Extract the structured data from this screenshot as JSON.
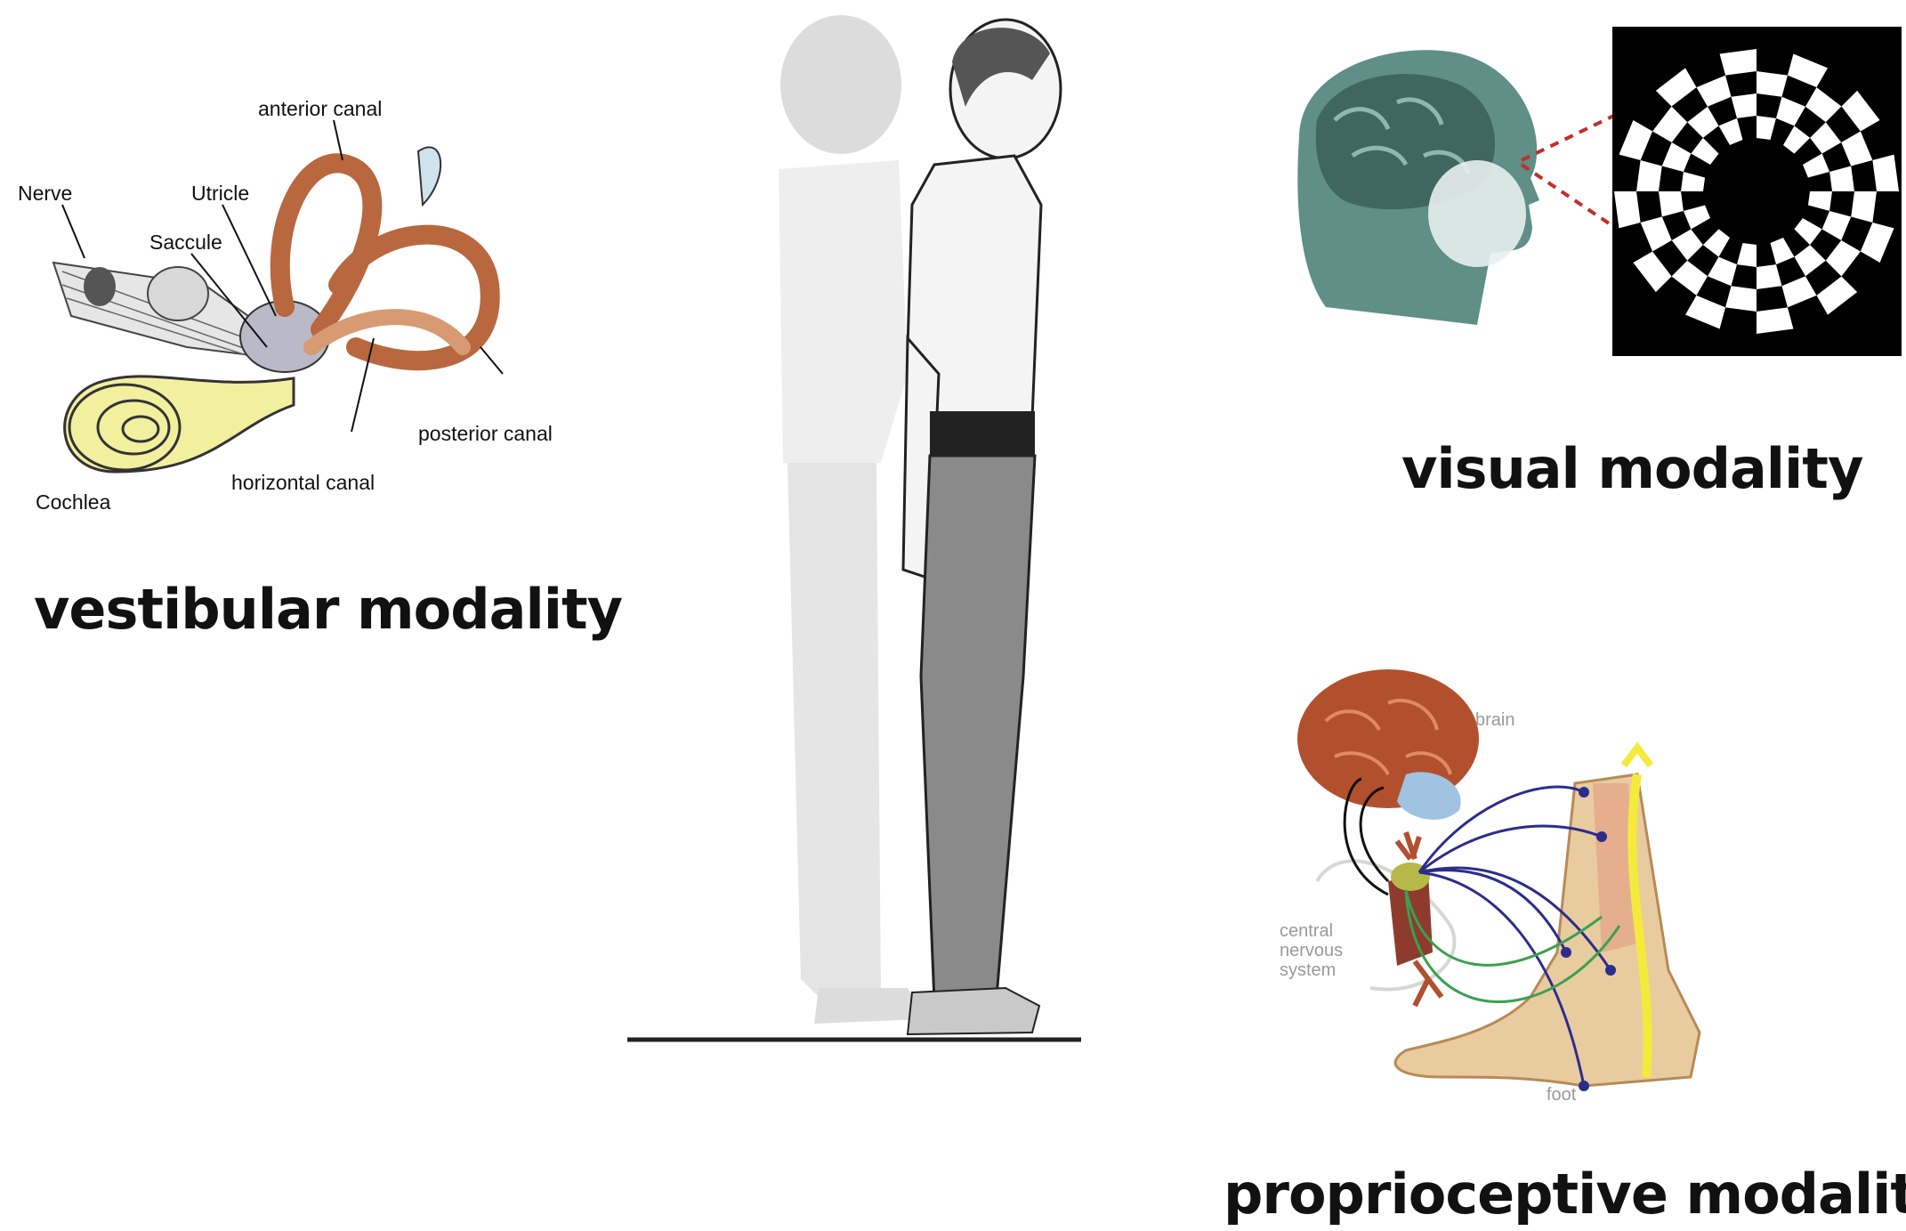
{
  "vestibular": {
    "caption": "vestibular modality",
    "labels": {
      "anterior_canal": "anterior canal",
      "nerve": "Nerve",
      "utricle": "Utricle",
      "saccule": "Saccule",
      "posterior_canal": "posterior canal",
      "horizontal_canal": "horizontal canal",
      "cochlea": "Cochlea"
    }
  },
  "visual": {
    "caption": "visual modality"
  },
  "proprioceptive": {
    "caption": "proprioceptive modality",
    "labels": {
      "brain": "brain",
      "cns_line1": "central",
      "cns_line2": "nervous",
      "cns_line3": "system",
      "foot": "foot"
    }
  },
  "colors": {
    "canal": "#b8673f",
    "cochlea": "#f2ef9f",
    "brain": "#b2502e",
    "head_teal": "#5f8f86",
    "pants": "#8a8a8a",
    "belt": "#222222",
    "nerve_blue": "#2b2d8c",
    "nerve_green": "#3aa14f",
    "nerve_yellow": "#f4ea3c",
    "guide_red": "#c0302a"
  }
}
